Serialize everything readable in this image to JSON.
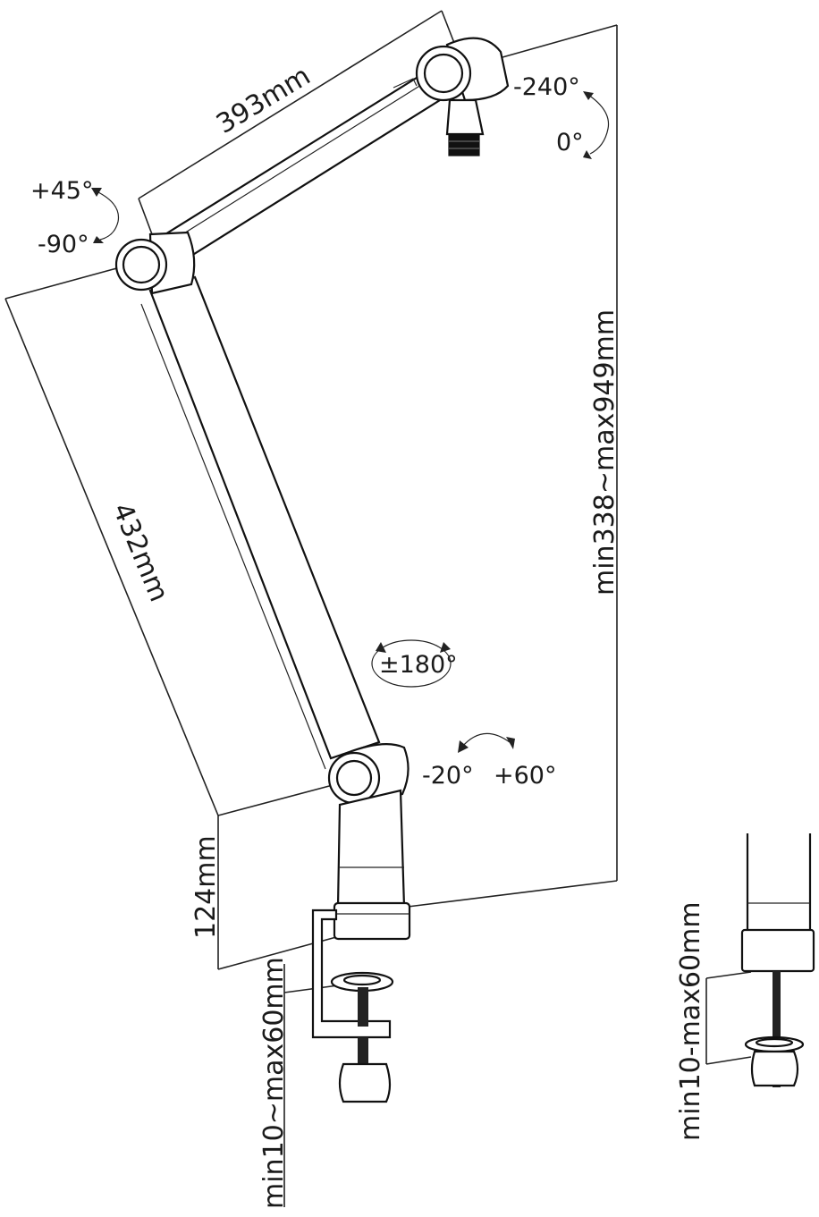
{
  "dimensions": {
    "upper_arm": "393mm",
    "lower_arm": "432mm",
    "base_height": "124mm",
    "vertical_range": "min338~max949mm",
    "clamp_range_main": "min10~max60mm",
    "clamp_range_detail": "min10-max60mm"
  },
  "angles": {
    "head_upper": "-240°",
    "head_lower": "0°",
    "elbow_upper": "+45°",
    "elbow_lower": "-90°",
    "swivel": "±180°",
    "base_neg": "-20°",
    "base_pos": "+60°"
  }
}
